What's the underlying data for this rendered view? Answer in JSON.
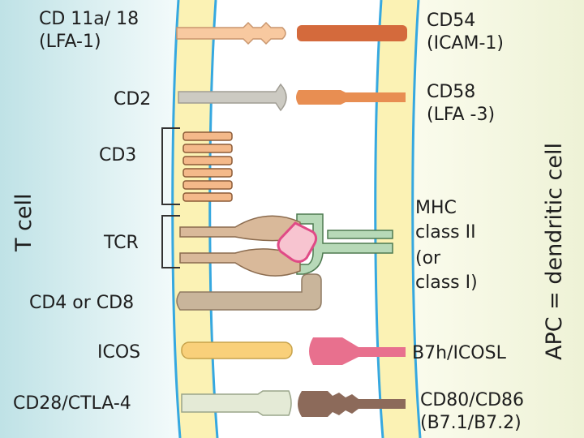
{
  "sides": {
    "left": "T cell",
    "right": "APC = dendritic cell"
  },
  "t_cell_molecules": {
    "cd11a18_line1": "CD 11a/ 18",
    "cd11a18_line2": "(LFA-1)",
    "cd2": "CD2",
    "cd3": "CD3",
    "tcr": "TCR",
    "cd4_cd8": "CD4 or CD8",
    "icos": "ICOS",
    "cd28": "CD28/CTLA-4"
  },
  "apc_molecules": {
    "cd54_line1": "CD54",
    "cd54_line2": "(ICAM-1)",
    "cd58_line1": "CD58",
    "cd58_line2": "(LFA -3)",
    "mhc_line1": "MHC",
    "mhc_line2": "class II",
    "mhc_line3": "(or",
    "mhc_line4": "class I)",
    "b7h": "B7h/ICOSL",
    "cd80_line1": "CD80/CD86",
    "cd80_line2": "(B7.1/B7.2)"
  },
  "colors": {
    "membrane_fill": "#fbf2b4",
    "membrane_edge": "#36a8e0",
    "t_cell_bg": "#d2ecee",
    "apc_bg": "#f3f5e0",
    "lfa1": "#f8c9a0",
    "icam1": "#d46a3c",
    "cd2": "#cccac2",
    "lfa3": "#e88e52",
    "cd3": "#f4b98a",
    "tcr": "#d9b99a",
    "mhc": "#b7d9b8",
    "peptide": "#f7c4d0",
    "peptide_edge": "#e04a86",
    "cd4_cd8": "#c9b59b",
    "icos": "#f9d07a",
    "icosl": "#e8708e",
    "cd28": "#e4ead6",
    "cd80": "#8c6a5a"
  }
}
